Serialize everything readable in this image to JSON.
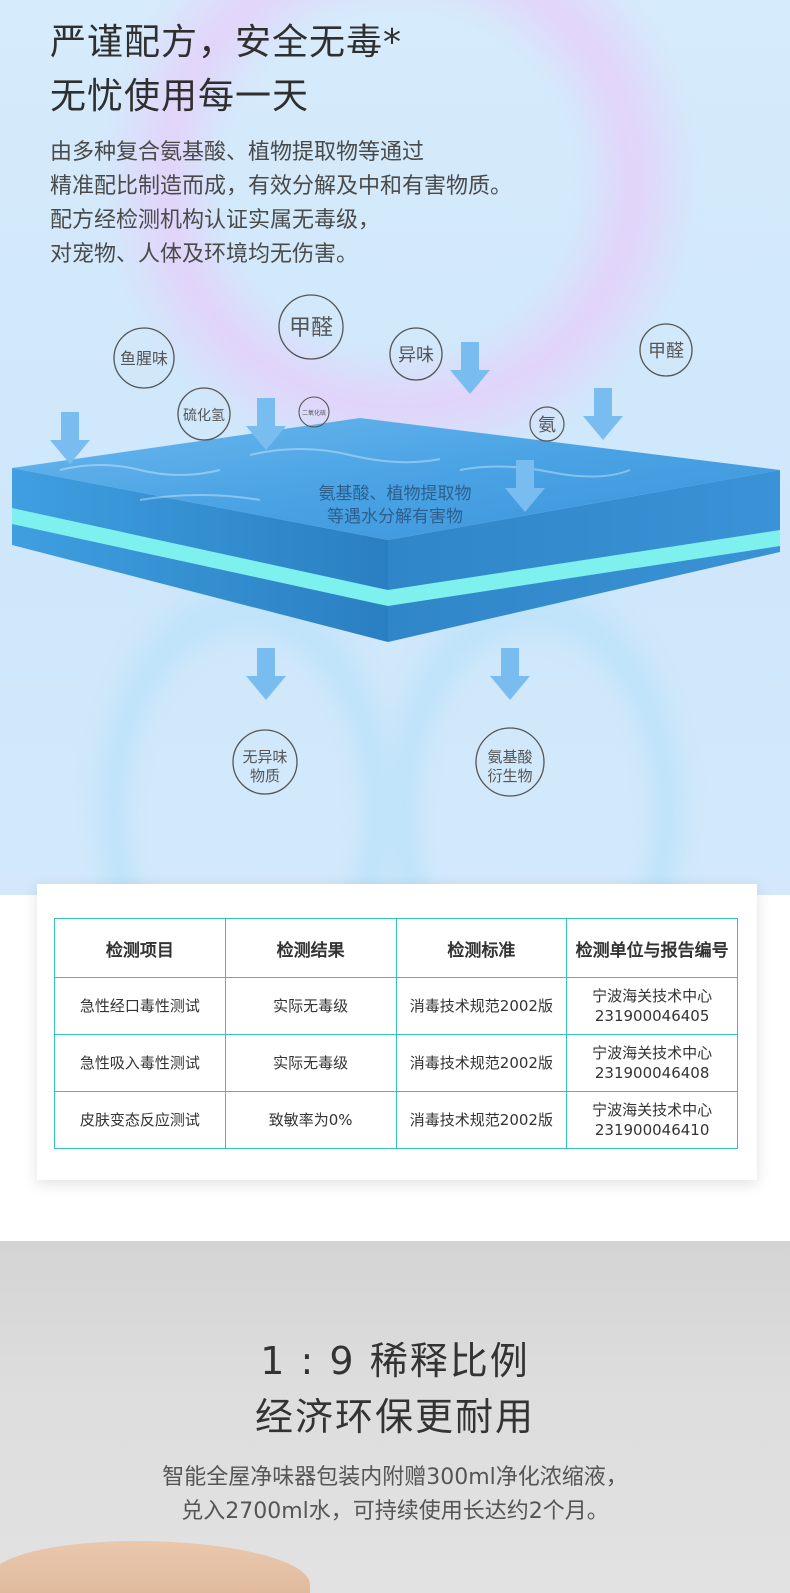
{
  "hero": {
    "title_lines": [
      "严谨配方，安全无毒*",
      "无忧使用每一天"
    ],
    "desc_lines": [
      "由多种复合氨基酸、植物提取物等通过",
      "精准配比制造而成，有效分解及中和有害物质。",
      "配方经检测机构认证实属无毒级，",
      "对宠物、人体及环境均无伤害。"
    ]
  },
  "diagram": {
    "bubbles": [
      "鱼腥味",
      "甲醛",
      "异味",
      "甲醛",
      "硫化氢",
      "二氧化硫",
      "氨"
    ],
    "slab_label_lines": [
      "氨基酸、植物提取物",
      "等遇水分解有害物"
    ],
    "outputs": [
      {
        "line1": "无异味",
        "line2": "物质"
      },
      {
        "line1": "氨基酸",
        "line2": "衍生物"
      }
    ],
    "colors": {
      "arrow": "#79bdf0",
      "slab_top": "#4fa6e6",
      "slab_side": "#2d84c6",
      "stripe": "#7ef0ee"
    }
  },
  "table": {
    "headers": [
      "检测项目",
      "检测结果",
      "检测标准",
      "检测单位与报告编号"
    ],
    "rows": [
      [
        "急性经口毒性测试",
        "实际无毒级",
        "消毒技术规范2002版",
        "宁波海关技术中心",
        "231900046405"
      ],
      [
        "急性吸入毒性测试",
        "实际无毒级",
        "消毒技术规范2002版",
        "宁波海关技术中心",
        "231900046408"
      ],
      [
        "皮肤变态反应测试",
        "致敏率为0%",
        "消毒技术规范2002版",
        "宁波海关技术中心",
        "231900046410"
      ]
    ],
    "border_color": "#36c1c8"
  },
  "bottom": {
    "title_lines": [
      "1 : 9 稀释比例",
      "经济环保更耐用"
    ],
    "desc_lines": [
      "智能全屋净味器包装内附赠300ml净化浓缩液，",
      "兑入2700ml水，可持续使用长达约2个月。"
    ]
  }
}
